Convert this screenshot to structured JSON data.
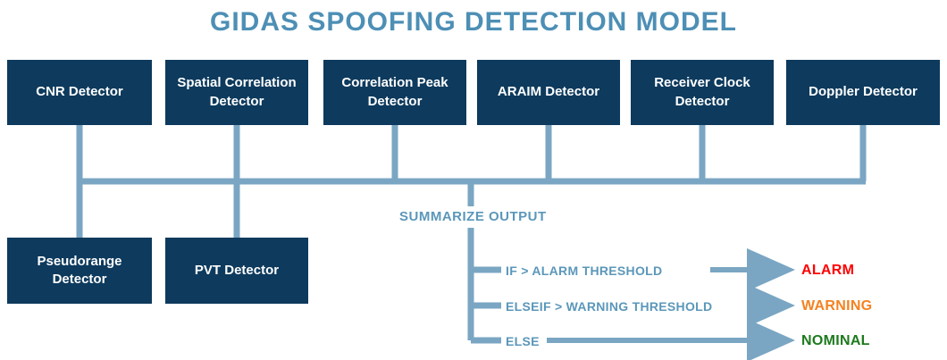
{
  "title": "GIDAS SPOOFING DETECTION MODEL",
  "top_detectors": [
    "CNR Detector",
    "Spatial Correlation Detector",
    "Correlation Peak Detector",
    "ARAIM Detector",
    "Receiver Clock Detector",
    "Doppler Detector"
  ],
  "bottom_detectors": [
    "Pseudorange Detector",
    "PVT Detector"
  ],
  "summary": {
    "label": "SUMMARIZE OUTPUT",
    "branches": [
      {
        "condition": "IF > ALARM THRESHOLD",
        "result": "ALARM",
        "result_color": "#ff0000"
      },
      {
        "condition": "ELSEIF > WARNING THRESHOLD",
        "result": "WARNING",
        "result_color": "#f58220"
      },
      {
        "condition": "ELSE",
        "result": "NOMINAL",
        "result_color": "#1d7a1d"
      }
    ]
  },
  "colors": {
    "box_background": "#0d3a5d",
    "box_text": "#ffffff",
    "connector_line": "#7aa6c3",
    "title_text": "#4d8fb5",
    "label_text": "#5b97ba"
  }
}
